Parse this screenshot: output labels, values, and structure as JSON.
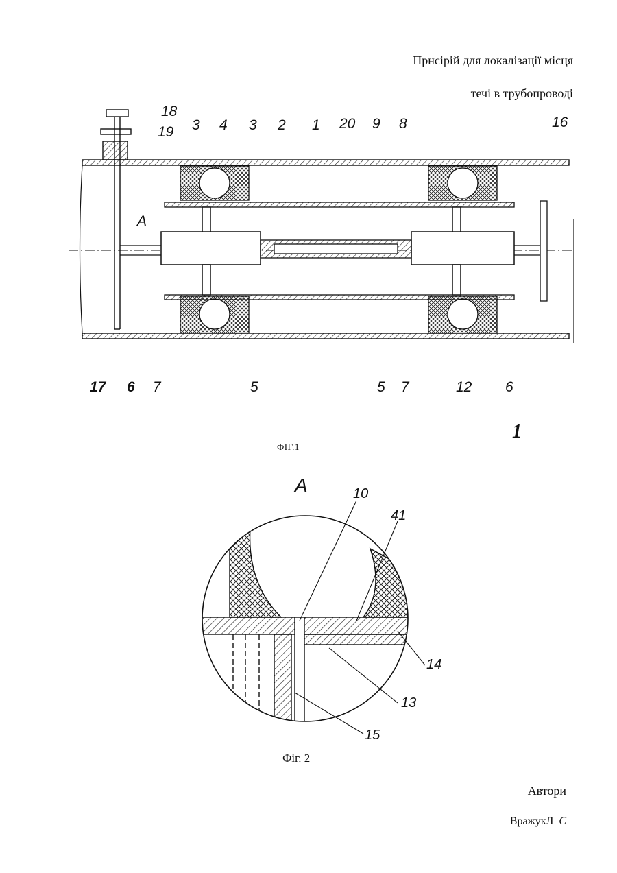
{
  "title_line1": "Прнсірій для локалізації місця",
  "title_line2": "течі в трубопроводі",
  "fig1": {
    "caption": "ФІГ.1",
    "sheet_number": "1",
    "top_labels": [
      "18",
      "19",
      "3",
      "4",
      "3",
      "2",
      "1",
      "20",
      "9",
      "8",
      "16"
    ],
    "bottom_labels": [
      "17",
      "6",
      "7",
      "5",
      "5",
      "7",
      "12",
      "6"
    ],
    "detail_label": "A"
  },
  "fig2": {
    "caption": "Фіг. 2",
    "view_label": "A",
    "labels": [
      "10",
      "41",
      "14",
      "13",
      "15"
    ]
  },
  "authors_label": "Автори",
  "author_name": "ВражукЛ",
  "author_initial": "С"
}
